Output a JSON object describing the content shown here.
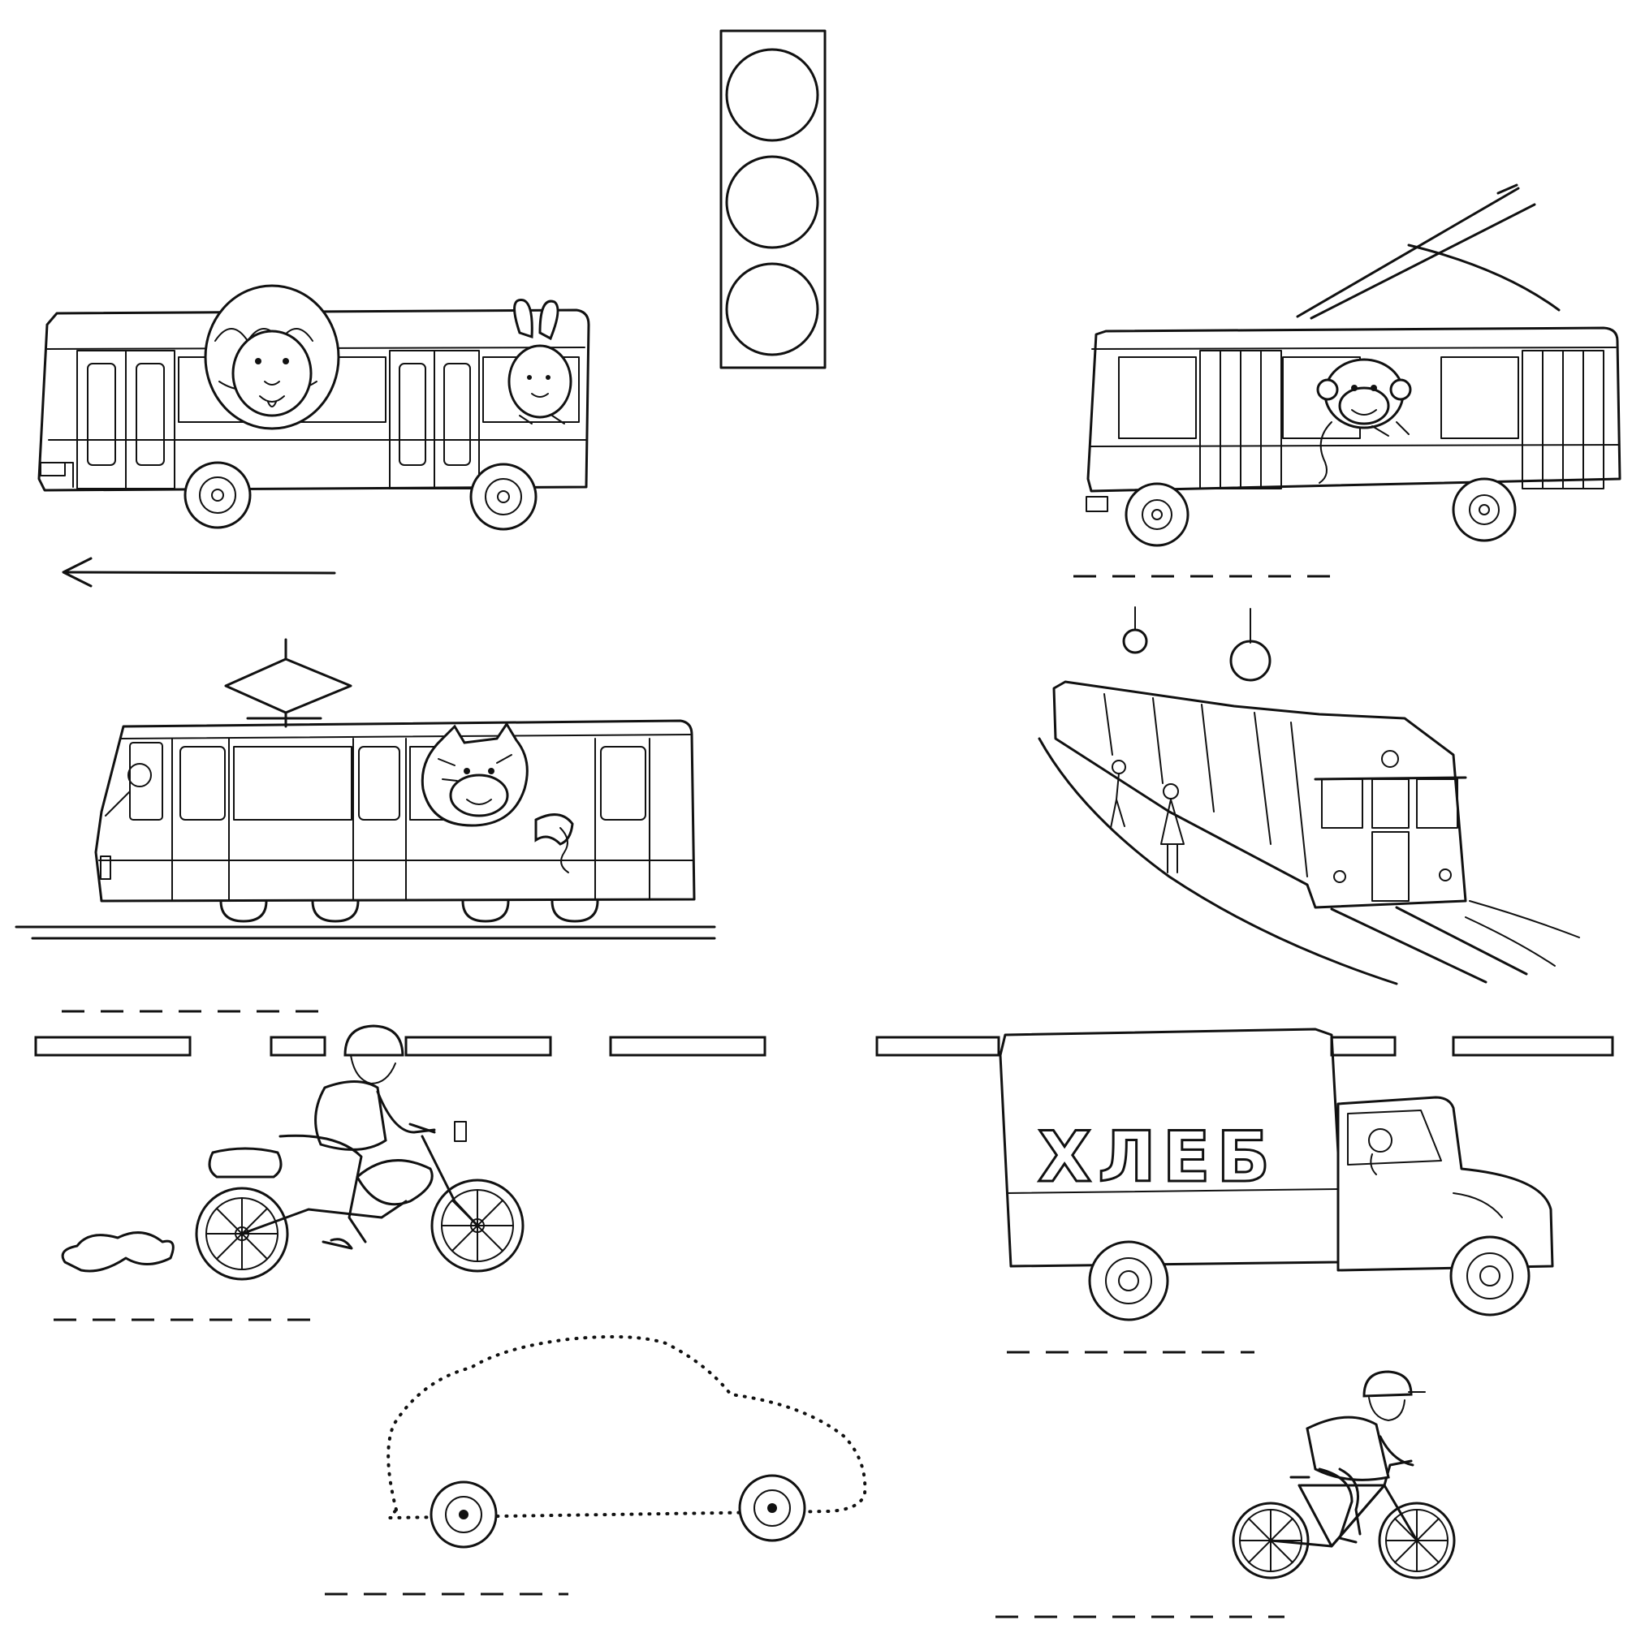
{
  "worksheet": {
    "truck": {
      "label": "ХЛЕБ"
    },
    "traffic_light": {
      "lamp_count": 3,
      "lamps_lit": 0
    },
    "colors": {
      "ink": "#111111",
      "paper": "#ffffff"
    },
    "items": [
      {
        "name": "bus-with-lion-and-hare",
        "icon": "bus-icon"
      },
      {
        "name": "traffic-light",
        "icon": "traffic-light-icon"
      },
      {
        "name": "trolleybus-with-monkey",
        "icon": "trolleybus-icon"
      },
      {
        "name": "tram-with-tiger",
        "icon": "tram-icon"
      },
      {
        "name": "metro-train",
        "icon": "metro-icon"
      },
      {
        "name": "motorcycle",
        "icon": "motorcycle-icon"
      },
      {
        "name": "bread-truck",
        "icon": "truck-icon"
      },
      {
        "name": "dotted-car-outline",
        "icon": "car-icon"
      },
      {
        "name": "bicycle",
        "icon": "bicycle-icon"
      }
    ]
  }
}
